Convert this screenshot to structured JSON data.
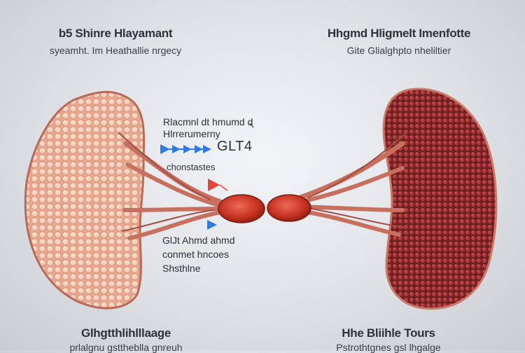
{
  "labels": {
    "top_left": {
      "line1": "b5 Shinre Hlayamant",
      "line2": "syeamht. Im Heathallie nrgecy"
    },
    "top_right": {
      "line1": "Hhgmd Hligmelt Imenfotte",
      "line2": "Gite Glialghpto nheliltier"
    },
    "bottom_left": {
      "line1": "Glhgtthlihlllaage",
      "line2": "prlalgnu gsttheblla gnreuh"
    },
    "bottom_right": {
      "line1": "Hhe Bliihle Tours",
      "line2": "Pstrothtgnes gsl lhgalge"
    }
  },
  "annotations": {
    "top_line1": "Rlacmnl dt hmumd d",
    "top_line2": "Hlrrerumerny",
    "glt_label": "GLT4",
    "channels": "chonstastes",
    "bottom_line1": "GlJt Ahmd ahmd",
    "bottom_line2": "conmet hncoes",
    "bottom_line3": "Shsthlne"
  },
  "colors": {
    "left_tissue": "#f0b9a0",
    "left_cells": "#f6cdb8",
    "right_tissue": "#8e2a2c",
    "right_cells": "#b04243",
    "vessel": "#c8705f",
    "vessel_dark": "#a04e44",
    "bulb": "#c83a2a",
    "arrow_blue": "#2f7ae0",
    "arrow_red": "#e0463a"
  },
  "icons": [
    "blue-arrow-icon",
    "red-arrow-icon"
  ]
}
